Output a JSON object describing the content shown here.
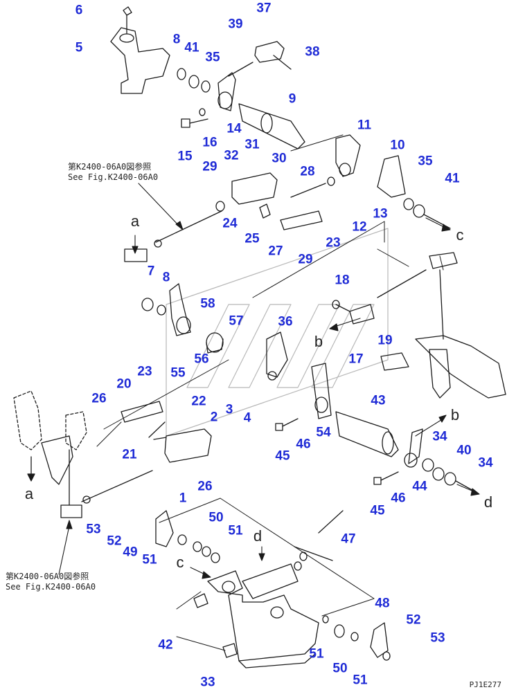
{
  "diagram": {
    "drawing_id": "PJ1E277",
    "reference_notes": [
      {
        "line1": "第K2400-06A0図参照",
        "line2": "See Fig.K2400-06A0"
      },
      {
        "line1": "第K2400-06A0図参照",
        "line2": "See Fig.K2400-06A0"
      }
    ],
    "connector_letters": [
      "a",
      "b",
      "c",
      "a",
      "b",
      "d",
      "d",
      "c"
    ],
    "callouts": [
      "6",
      "37",
      "39",
      "5",
      "8",
      "41",
      "35",
      "38",
      "9",
      "14",
      "15",
      "16",
      "11",
      "10",
      "35",
      "41",
      "32",
      "31",
      "30",
      "28",
      "29",
      "24",
      "13",
      "12",
      "25",
      "27",
      "23",
      "29",
      "7",
      "8",
      "18",
      "58",
      "57",
      "36",
      "19",
      "56",
      "55",
      "17",
      "23",
      "20",
      "26",
      "22",
      "3",
      "2",
      "4",
      "43",
      "21",
      "34",
      "40",
      "34",
      "26",
      "1",
      "45",
      "46",
      "54",
      "44",
      "45",
      "46",
      "50",
      "53",
      "51",
      "52",
      "49",
      "51",
      "47",
      "42",
      "48",
      "52",
      "53",
      "51",
      "50",
      "51",
      "33"
    ],
    "colors": {
      "callout": "#1f2bd6",
      "line": "#1a1a1a",
      "watermark": "#b8b8b8"
    }
  }
}
